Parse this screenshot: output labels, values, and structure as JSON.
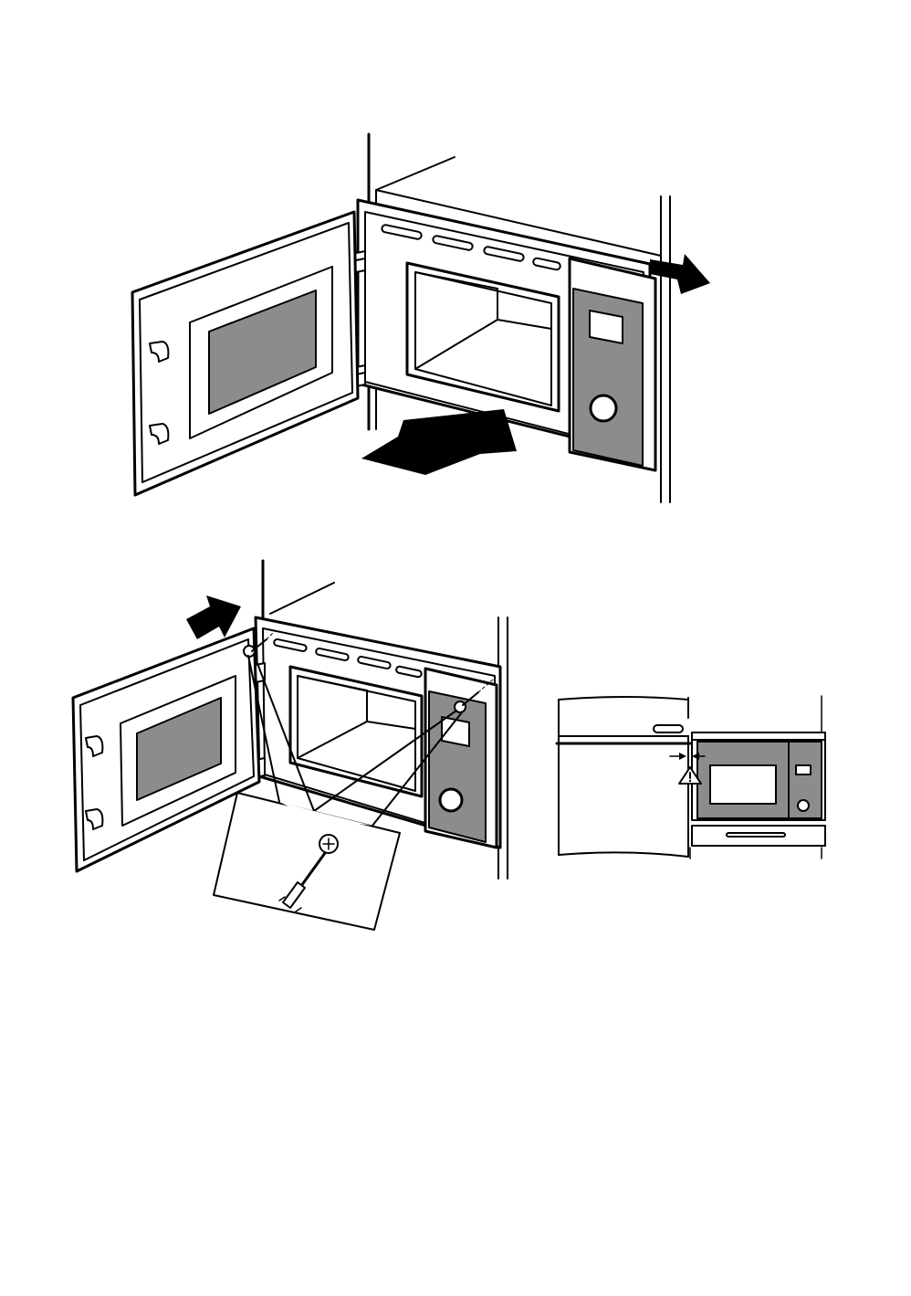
{
  "figures": [
    {
      "id": "fig1",
      "step": "slide-appliance-into-niche"
    },
    {
      "id": "fig2",
      "step": "push-and-screw-fasten"
    },
    {
      "id": "fig3",
      "step": "check-gap-to-adjacent-unit"
    }
  ],
  "icons": {
    "push_arrow": "arrow-icon",
    "direction_arrow": "arrow-icon",
    "screw": "screw-icon",
    "screwdriver": "screwdriver-icon",
    "warning": "warning-triangle-icon",
    "knob": "control-knob-icon"
  },
  "colors": {
    "line": "#000000",
    "panel_fill": "#8c8c8c",
    "background": "#ffffff"
  }
}
